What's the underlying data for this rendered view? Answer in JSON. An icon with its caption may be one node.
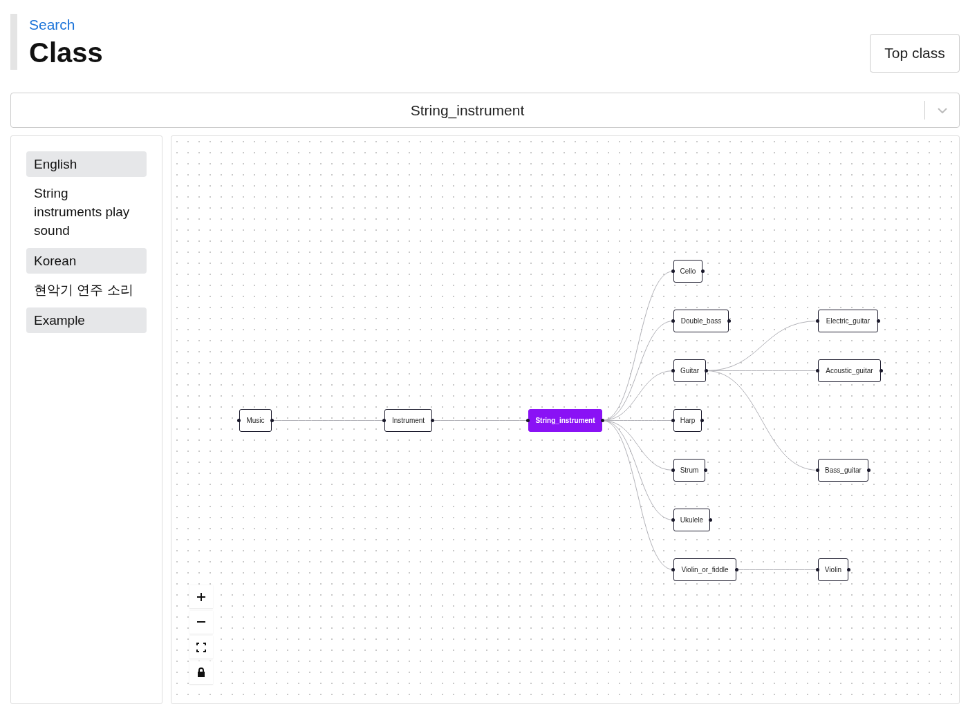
{
  "diagram": {
    "nodes": [
      {
        "text": [
          "Music"
        ]
      },
      {
        "text": [
          "Instrument"
        ]
      },
      {
        "text": [
          "String_instrument"
        ]
      },
      {
        "text": [
          "Cello"
        ]
      },
      {
        "text": [
          "Double_bass"
        ]
      },
      {
        "text": [
          "Guitar"
        ]
      },
      {
        "text": [
          "Harp"
        ]
      },
      {
        "text": [
          "Strum"
        ]
      },
      {
        "text": [
          "Ukulele"
        ]
      },
      {
        "text": [
          "Violin_or_fiddle"
        ]
      },
      {
        "text": [
          "Electric_guitar"
        ]
      },
      {
        "text": [
          "Acoustic_guitar"
        ]
      },
      {
        "text": [
          "Bass_guitar"
        ]
      },
      {
        "text": [
          "Violin"
        ]
      }
    ],
    "edges": [
      {
        "from": 0,
        "to": 1,
        "arrow": "none"
      },
      {
        "from": 1,
        "to": 2,
        "arrow": "none"
      },
      {
        "from": 2,
        "to": 3,
        "arrow": "none"
      },
      {
        "from": 2,
        "to": 4,
        "arrow": "none"
      },
      {
        "from": 2,
        "to": 5,
        "arrow": "none"
      },
      {
        "from": 2,
        "to": 6,
        "arrow": "none"
      },
      {
        "from": 2,
        "to": 7,
        "arrow": "none"
      },
      {
        "from": 2,
        "to": 8,
        "arrow": "none"
      },
      {
        "from": 2,
        "to": 9,
        "arrow": "none"
      },
      {
        "from": 5,
        "to": 10,
        "arrow": "none"
      },
      {
        "from": 5,
        "to": 11,
        "arrow": "none"
      },
      {
        "from": 5,
        "to": 12,
        "arrow": "none"
      },
      {
        "from": 9,
        "to": 13,
        "arrow": "none"
      }
    ],
    "labels": [
      "Search",
      "Class",
      "Top class",
      "String_instrument",
      "English",
      "String instruments play sound",
      "Korean",
      "현악기 연주 소리",
      "Example"
    ]
  }
}
